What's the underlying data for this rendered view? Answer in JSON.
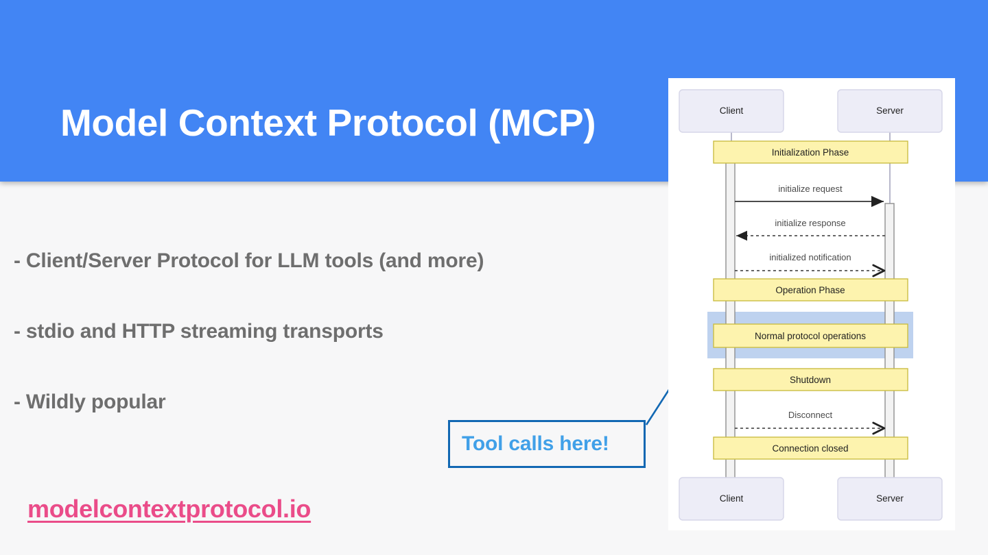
{
  "slide": {
    "title": "Model Context Protocol (MCP)",
    "bullets": [
      "- Client/Server Protocol for LLM tools (and more)",
      "- stdio and HTTP streaming transports",
      "- Wildly popular"
    ],
    "link": "modelcontextprotocol.io",
    "callout": "Tool calls here!"
  },
  "colors": {
    "header_blue": "#4285f4",
    "bullet_gray": "#6e6e6e",
    "link_pink": "#ea4c89",
    "callout_border": "#1268b3",
    "callout_text": "#41a0e8",
    "arrow_blue": "#1268b3",
    "node_fill": "#ededf7",
    "node_stroke": "#d3d3e6",
    "band_fill": "#fdf3ae",
    "band_stroke": "#c6b83e",
    "highlight_fill": "#bed2ef",
    "lifeline": "#b3b3c4",
    "activation_fill": "#f2f2f2",
    "activation_stroke": "#8a8a8a",
    "message_stroke": "#333333",
    "page_bg": "#f7f7f8",
    "card_bg": "#ffffff"
  },
  "diagram": {
    "type": "sequence",
    "participants_top": [
      "Client",
      "Server"
    ],
    "participants_bottom": [
      "Client",
      "Server"
    ],
    "phases": [
      {
        "label": "Initialization Phase",
        "highlight": false
      },
      {
        "label": "Operation Phase",
        "highlight": false
      },
      {
        "label": "Normal protocol operations",
        "highlight": true
      },
      {
        "label": "Shutdown",
        "highlight": false
      },
      {
        "label": "Connection closed",
        "highlight": false
      }
    ],
    "messages": [
      {
        "label": "initialize request",
        "from": "Client",
        "to": "Server",
        "style": "solid",
        "direction": "right",
        "arrowhead": "filled"
      },
      {
        "label": "initialize response",
        "from": "Server",
        "to": "Client",
        "style": "dashed",
        "direction": "left",
        "arrowhead": "filled"
      },
      {
        "label": "initialized notification",
        "from": "Client",
        "to": "Server",
        "style": "dashed",
        "direction": "right",
        "arrowhead": "open"
      },
      {
        "label": "Disconnect",
        "from": "Client",
        "to": "Server",
        "style": "dashed",
        "direction": "right",
        "arrowhead": "open"
      }
    ]
  }
}
